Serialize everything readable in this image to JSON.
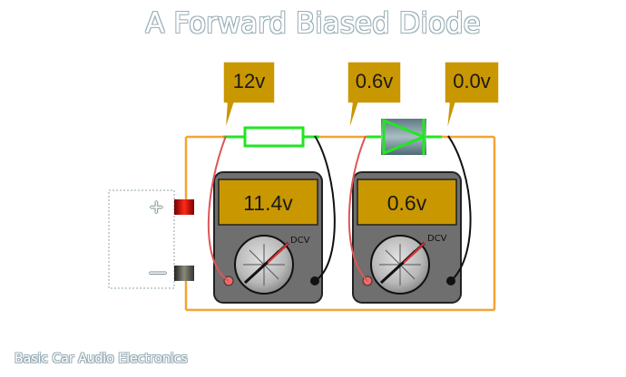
{
  "title": "A Forward Biased Diode",
  "footer": "Basic Car Audio Electronics",
  "battery": {
    "plus": "+",
    "minus": "—"
  },
  "probe_tags": [
    {
      "name": "probe-tag-12v",
      "label": "12v"
    },
    {
      "name": "probe-tag-0-6v",
      "label": "0.6v"
    },
    {
      "name": "probe-tag-0-0v",
      "label": "0.0v"
    }
  ],
  "meters": [
    {
      "name": "meter-resistor",
      "reading": "11.4v",
      "mode": "DCV"
    },
    {
      "name": "meter-diode",
      "reading": "0.6v",
      "mode": "DCV"
    }
  ],
  "colors": {
    "wire": "#f5a332",
    "component": "#22e622",
    "tag_fill": "#c99700",
    "meter_body": "#707070",
    "lcd": "#c99700",
    "probe_red": "#e05555",
    "probe_black": "#111111"
  }
}
